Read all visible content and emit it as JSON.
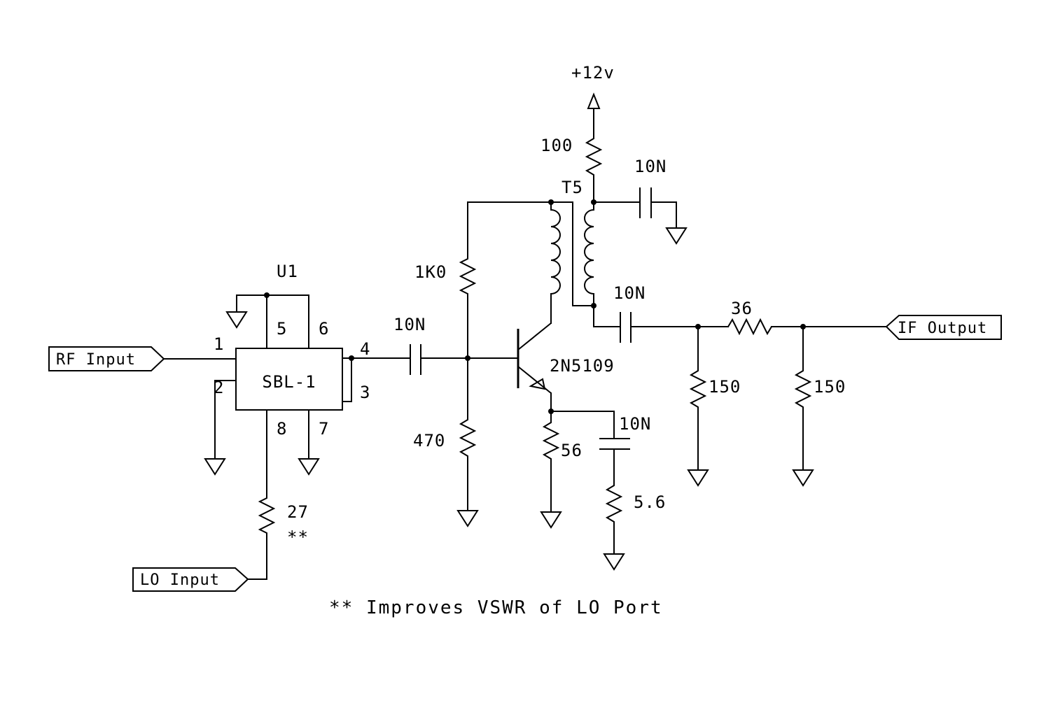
{
  "chip": {
    "ref": "U1",
    "part": "SBL-1"
  },
  "pins": {
    "p1": "1",
    "p2": "2",
    "p3": "3",
    "p4": "4",
    "p5": "5",
    "p6": "6",
    "p7": "7",
    "p8": "8"
  },
  "ports": {
    "rf_input": "RF Input",
    "lo_input": "LO Input",
    "if_output": "IF Output"
  },
  "supply": "+12v",
  "transformer": "T5",
  "transistor": "2N5109",
  "components": {
    "r_lo": "27",
    "r_lo_mark": "**",
    "c_coupling": "10N",
    "r_bias_top": "1K0",
    "r_bias_bottom": "470",
    "r_supply": "100",
    "c_supply": "10N",
    "c_output": "10N",
    "r_emitter": "56",
    "c_emitter": "10N",
    "r_emitter_ac": "5.6",
    "r_pad_series": "36",
    "r_pad_shunt1": "150",
    "r_pad_shunt2": "150"
  },
  "note": "** Improves VSWR of LO Port"
}
